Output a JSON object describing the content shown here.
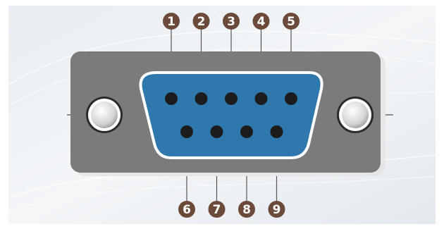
{
  "colors": {
    "housing": "#7b7b7b",
    "shell_blue": "#2f78ad",
    "pin": "#1c1c1c",
    "badge": "#6b4a3a",
    "screw_dark": "#2a2a2a",
    "screw_light": "#dcdcdc",
    "lead": "#555555",
    "background": "#eef2f5"
  },
  "connector": {
    "top_row": [
      {
        "pin": "1"
      },
      {
        "pin": "2"
      },
      {
        "pin": "3"
      },
      {
        "pin": "4"
      },
      {
        "pin": "5"
      }
    ],
    "bottom_row": [
      {
        "pin": "6"
      },
      {
        "pin": "7"
      },
      {
        "pin": "8"
      },
      {
        "pin": "9"
      }
    ]
  }
}
